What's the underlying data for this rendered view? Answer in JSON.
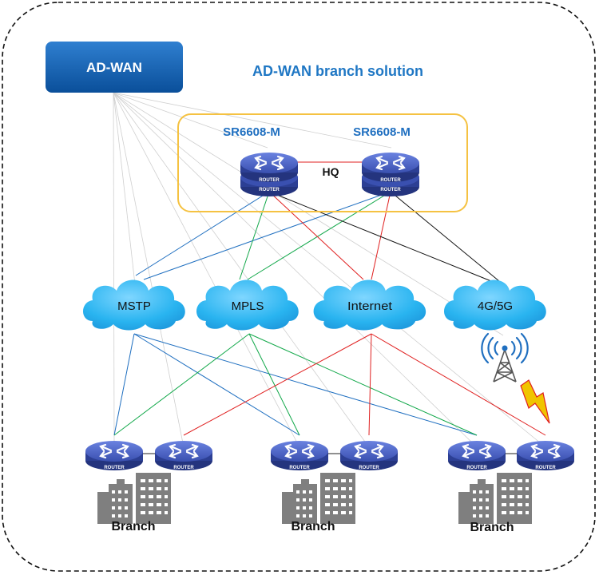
{
  "controller": {
    "label": "AD-WAN"
  },
  "title": "AD-WAN branch solution",
  "hq": {
    "label": "HQ",
    "routers": [
      {
        "model": "SR6608-M",
        "badge_top": "ROUTER",
        "badge_bottom": "ROUTER"
      },
      {
        "model": "SR6608-M",
        "badge_top": "ROUTER",
        "badge_bottom": "ROUTER"
      }
    ]
  },
  "networks": [
    {
      "label": "MSTP",
      "link_color": "#1f6fc0"
    },
    {
      "label": "MPLS",
      "link_color": "#12a84a"
    },
    {
      "label": "Internet",
      "link_color": "#e02020"
    },
    {
      "label": "4G/5G",
      "link_color": "#111111"
    }
  ],
  "branches": [
    {
      "label": "Branch",
      "routers": [
        "ROUTER",
        "ROUTER"
      ]
    },
    {
      "label": "Branch",
      "routers": [
        "ROUTER",
        "ROUTER"
      ]
    },
    {
      "label": "Branch",
      "routers": [
        "ROUTER",
        "ROUTER"
      ]
    }
  ],
  "colors": {
    "controller_fill": "#0b5cad",
    "title_text": "#1f77c4",
    "hq_border": "#f5c242",
    "cloud_fill": "#29b4f0",
    "router_top": "#3f57b8",
    "router_side": "#24347e",
    "building": "#7f7f7f",
    "management_line": "#c8c8c8",
    "lightning": "#f0c400"
  },
  "icons": [
    "cloud-icon",
    "router-icon",
    "cell-tower-icon",
    "lightning-icon",
    "building-icon"
  ]
}
